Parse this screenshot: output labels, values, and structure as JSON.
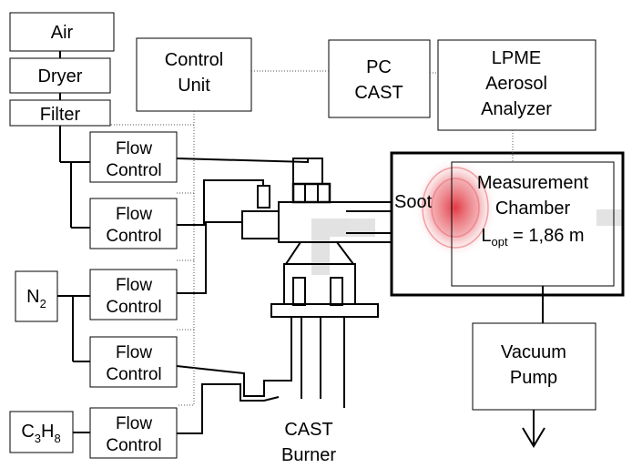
{
  "diagram": {
    "boxes": {
      "air": "Air",
      "dryer": "Dryer",
      "filter": "Filter",
      "control_unit": [
        "Control",
        "Unit"
      ],
      "pc_cast": [
        "PC",
        "CAST"
      ],
      "lpme": [
        "LPME",
        "Aerosol",
        "Analyzer"
      ],
      "flow_control": [
        "Flow",
        "Control"
      ],
      "n2": {
        "main": "N",
        "sub": "2"
      },
      "c3h8": {
        "c": "C",
        "c_sub": "3",
        "h": "H",
        "h_sub": "8"
      },
      "measurement_chamber": [
        "Measurement",
        "Chamber"
      ],
      "l_opt": {
        "l": "L",
        "sub": "opt",
        "value": " = 1,86 m"
      },
      "vacuum_pump": [
        "Vacuum",
        "Pump"
      ]
    },
    "labels": {
      "soot": "Soot",
      "cast_burner": [
        "CAST",
        "Burner"
      ]
    },
    "colors": {
      "line": "#000000",
      "soot_glow": "#e0303a",
      "watermark": "#d9d9d9"
    }
  }
}
